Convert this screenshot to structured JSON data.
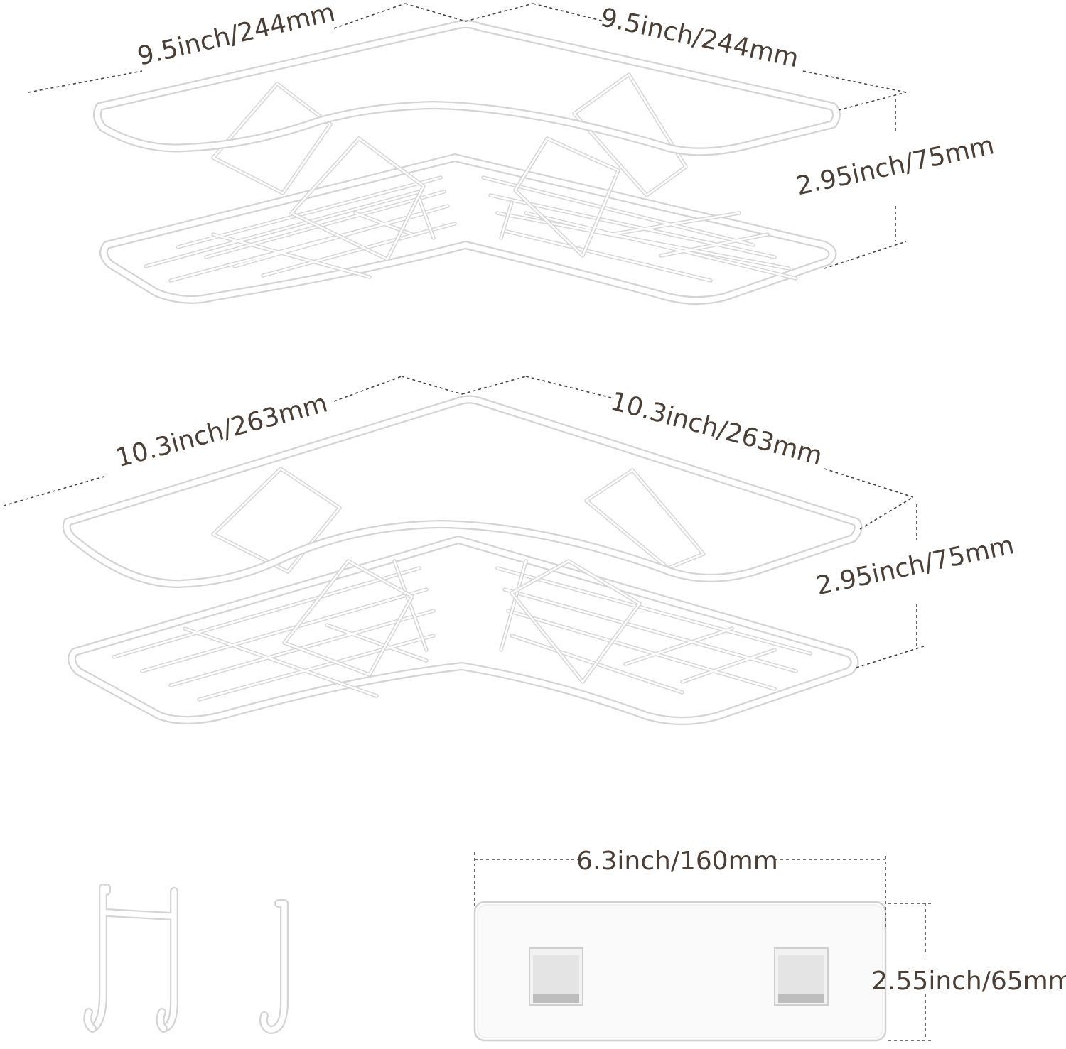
{
  "shelf_small": {
    "left_width": "9.5inch/244mm",
    "right_width": "9.5inch/244mm",
    "height": "2.95inch/75mm"
  },
  "shelf_large": {
    "left_width": "10.3inch/263mm",
    "right_width": "10.3inch/263mm",
    "height": "2.95inch/75mm"
  },
  "adhesive_plate": {
    "width": "6.3inch/160mm",
    "height": "2.55inch/65mm"
  },
  "colors": {
    "label": "#4a3f36",
    "wire_outline": "#d4d4d4",
    "wire_fill": "#ffffff"
  }
}
